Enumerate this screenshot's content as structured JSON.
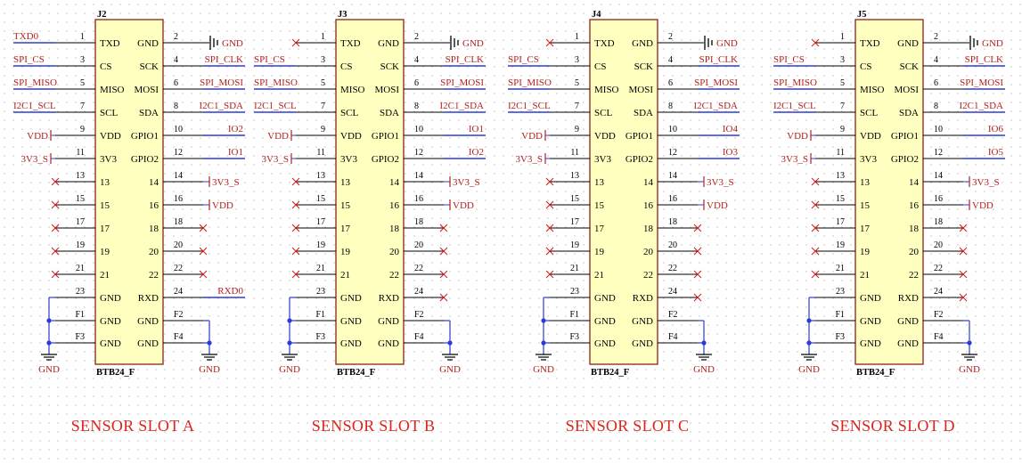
{
  "colors": {
    "wire": "#2b3bd6",
    "net": "#b0231f",
    "body_fill": "#ffffbf",
    "body_stroke": "#8b2121",
    "pin": "#000000",
    "nc": "#cc2222",
    "slot_title": "#d9261c"
  },
  "pin_labels_left": [
    "TXD",
    "CS",
    "MISO",
    "SCL",
    "VDD",
    "3V3",
    "13",
    "15",
    "17",
    "19",
    "21",
    "GND",
    "GND",
    "GND"
  ],
  "pin_labels_right": [
    "GND",
    "SCK",
    "MOSI",
    "SDA",
    "GPIO1",
    "GPIO2",
    "14",
    "16",
    "18",
    "20",
    "22",
    "RXD",
    "GND",
    "GND"
  ],
  "pin_numbers_left": [
    "1",
    "3",
    "5",
    "7",
    "9",
    "11",
    "13",
    "15",
    "17",
    "19",
    "21",
    "23",
    "F1",
    "F3"
  ],
  "pin_numbers_right": [
    "2",
    "4",
    "6",
    "8",
    "10",
    "12",
    "14",
    "16",
    "18",
    "20",
    "22",
    "24",
    "F2",
    "F4"
  ],
  "ground_label": "GND",
  "slots": [
    {
      "refdes": "J2",
      "part": "BTB24_F",
      "title": "SENSOR  SLOT A",
      "left_nets": [
        "TXD0",
        "SPI_CS",
        "SPI_MISO",
        "I2C1_SCL",
        "VDD",
        "3V3_S",
        null,
        null,
        null,
        null,
        null
      ],
      "right_nets": [
        "GND",
        "SPI_CLK",
        "SPI_MOSI",
        "I2C1_SDA",
        "IO2",
        "IO1",
        "3V3_S",
        "VDD",
        null,
        null,
        null,
        "RXD0"
      ]
    },
    {
      "refdes": "J3",
      "part": "BTB24_F",
      "title": "SENSOR  SLOT B",
      "left_nets": [
        null,
        "SPI_CS",
        "SPI_MISO",
        "I2C1_SCL",
        "VDD",
        "3V3_S",
        null,
        null,
        null,
        null,
        null
      ],
      "right_nets": [
        "GND",
        "SPI_CLK",
        "SPI_MOSI",
        "I2C1_SDA",
        "IO1",
        "IO2",
        "3V3_S",
        "VDD",
        null,
        null,
        null,
        null
      ]
    },
    {
      "refdes": "J4",
      "part": "BTB24_F",
      "title": "SENSOR  SLOT C",
      "left_nets": [
        null,
        "SPI_CS",
        "SPI_MISO",
        "I2C1_SCL",
        "VDD",
        "3V3_S",
        null,
        null,
        null,
        null,
        null
      ],
      "right_nets": [
        "GND",
        "SPI_CLK",
        "SPI_MOSI",
        "I2C1_SDA",
        "IO4",
        "IO3",
        "3V3_S",
        "VDD",
        null,
        null,
        null,
        null
      ]
    },
    {
      "refdes": "J5",
      "part": "BTB24_F",
      "title": "SENSOR  SLOT D",
      "left_nets": [
        null,
        "SPI_CS",
        "SPI_MISO",
        "I2C1_SCL",
        "VDD",
        "3V3_S",
        null,
        null,
        null,
        null,
        null
      ],
      "right_nets": [
        "GND",
        "SPI_CLK",
        "SPI_MOSI",
        "I2C1_SDA",
        "IO6",
        "IO5",
        "3V3_S",
        "VDD",
        null,
        null,
        null,
        null
      ]
    }
  ]
}
